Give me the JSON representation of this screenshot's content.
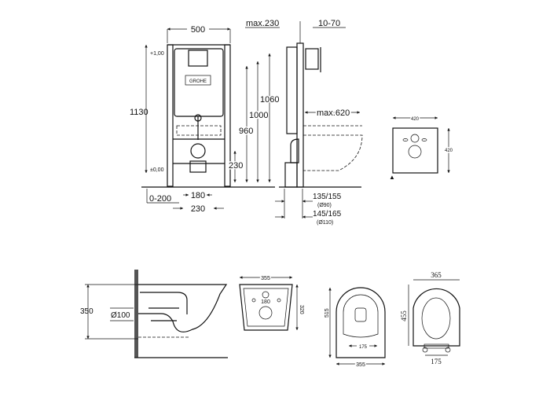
{
  "front_view": {
    "width": "500",
    "height_total": "1130",
    "level_top": "+1,00",
    "level_zero": "±0,00",
    "h1060": "1060",
    "h1000": "1000",
    "h960": "960",
    "h230": "230",
    "offset": "0-200",
    "w180": "180",
    "w230": "230",
    "logo": "GROHE"
  },
  "side_view": {
    "max_depth": "max.230",
    "plate_range": "10-70",
    "max_bowl": "max.620",
    "d90": "135/155",
    "d90_label": "(Ø90)",
    "d110": "145/165",
    "d110_label": "(Ø110)"
  },
  "panel": {
    "width": "420",
    "height": "420"
  },
  "bowl_side": {
    "height": "350",
    "outlet": "Ø100"
  },
  "bowl_top": {
    "width": "355",
    "depth": "320",
    "spacing": "180"
  },
  "bowl_plan": {
    "length": "515",
    "width": "355",
    "spacing": "175"
  },
  "seat": {
    "width": "365",
    "length": "455",
    "hinge_spacing": "175"
  }
}
